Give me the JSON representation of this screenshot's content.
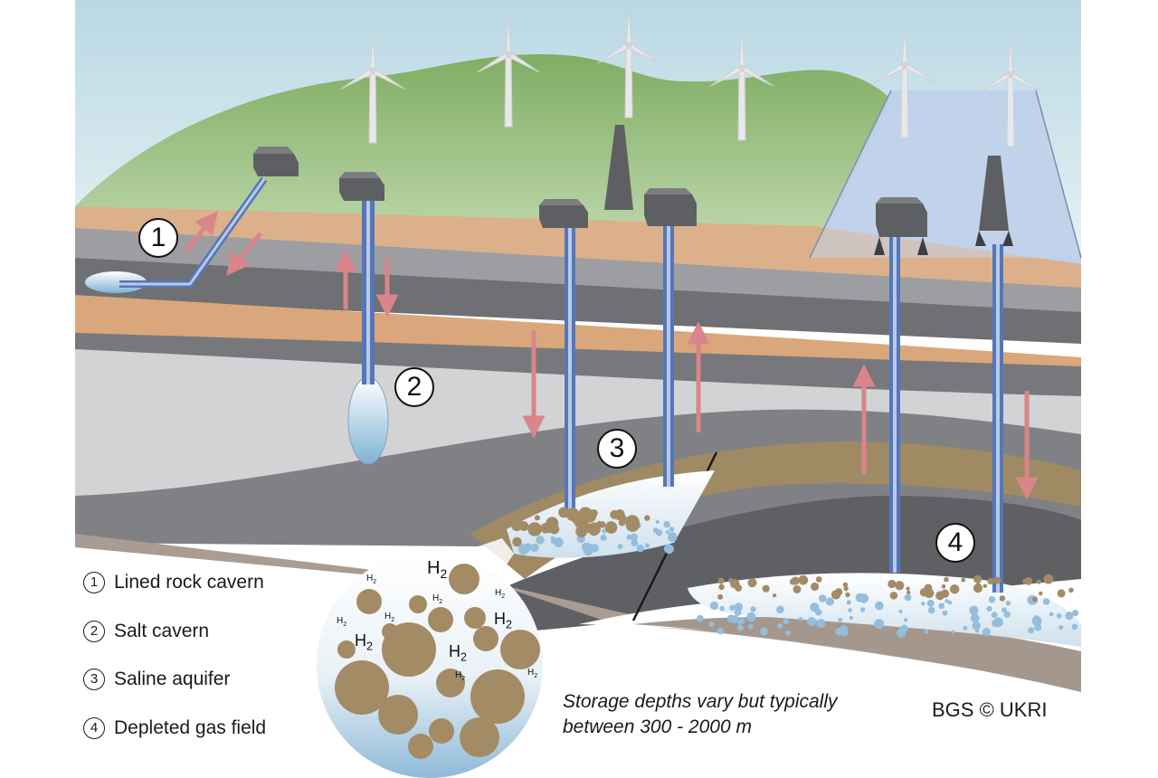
{
  "legend": {
    "items": [
      {
        "num": "1",
        "label": "Lined rock cavern"
      },
      {
        "num": "2",
        "label": "Salt cavern"
      },
      {
        "num": "3",
        "label": "Saline aquifer"
      },
      {
        "num": "4",
        "label": "Depleted gas field"
      }
    ]
  },
  "badges": [
    "1",
    "2",
    "3",
    "4"
  ],
  "note": {
    "line1": "Storage depths vary but typically",
    "line2": "between 300 - 2000 m"
  },
  "credit": "BGS © UKRI",
  "h2_label": "H",
  "h2_sub": "2",
  "colors": {
    "sky": "#d6e8ef",
    "hills": "#8db46d",
    "sand": "#d8aa7f",
    "dark_rock": "#77787b",
    "light_rock": "#d0d1d3",
    "brown_layer": "#9b8561",
    "sea": "#b6c9e4",
    "pipe": "#6d88c4",
    "arrow": "#d9858a",
    "grain": "#a38b66",
    "water": "#94bedc"
  }
}
